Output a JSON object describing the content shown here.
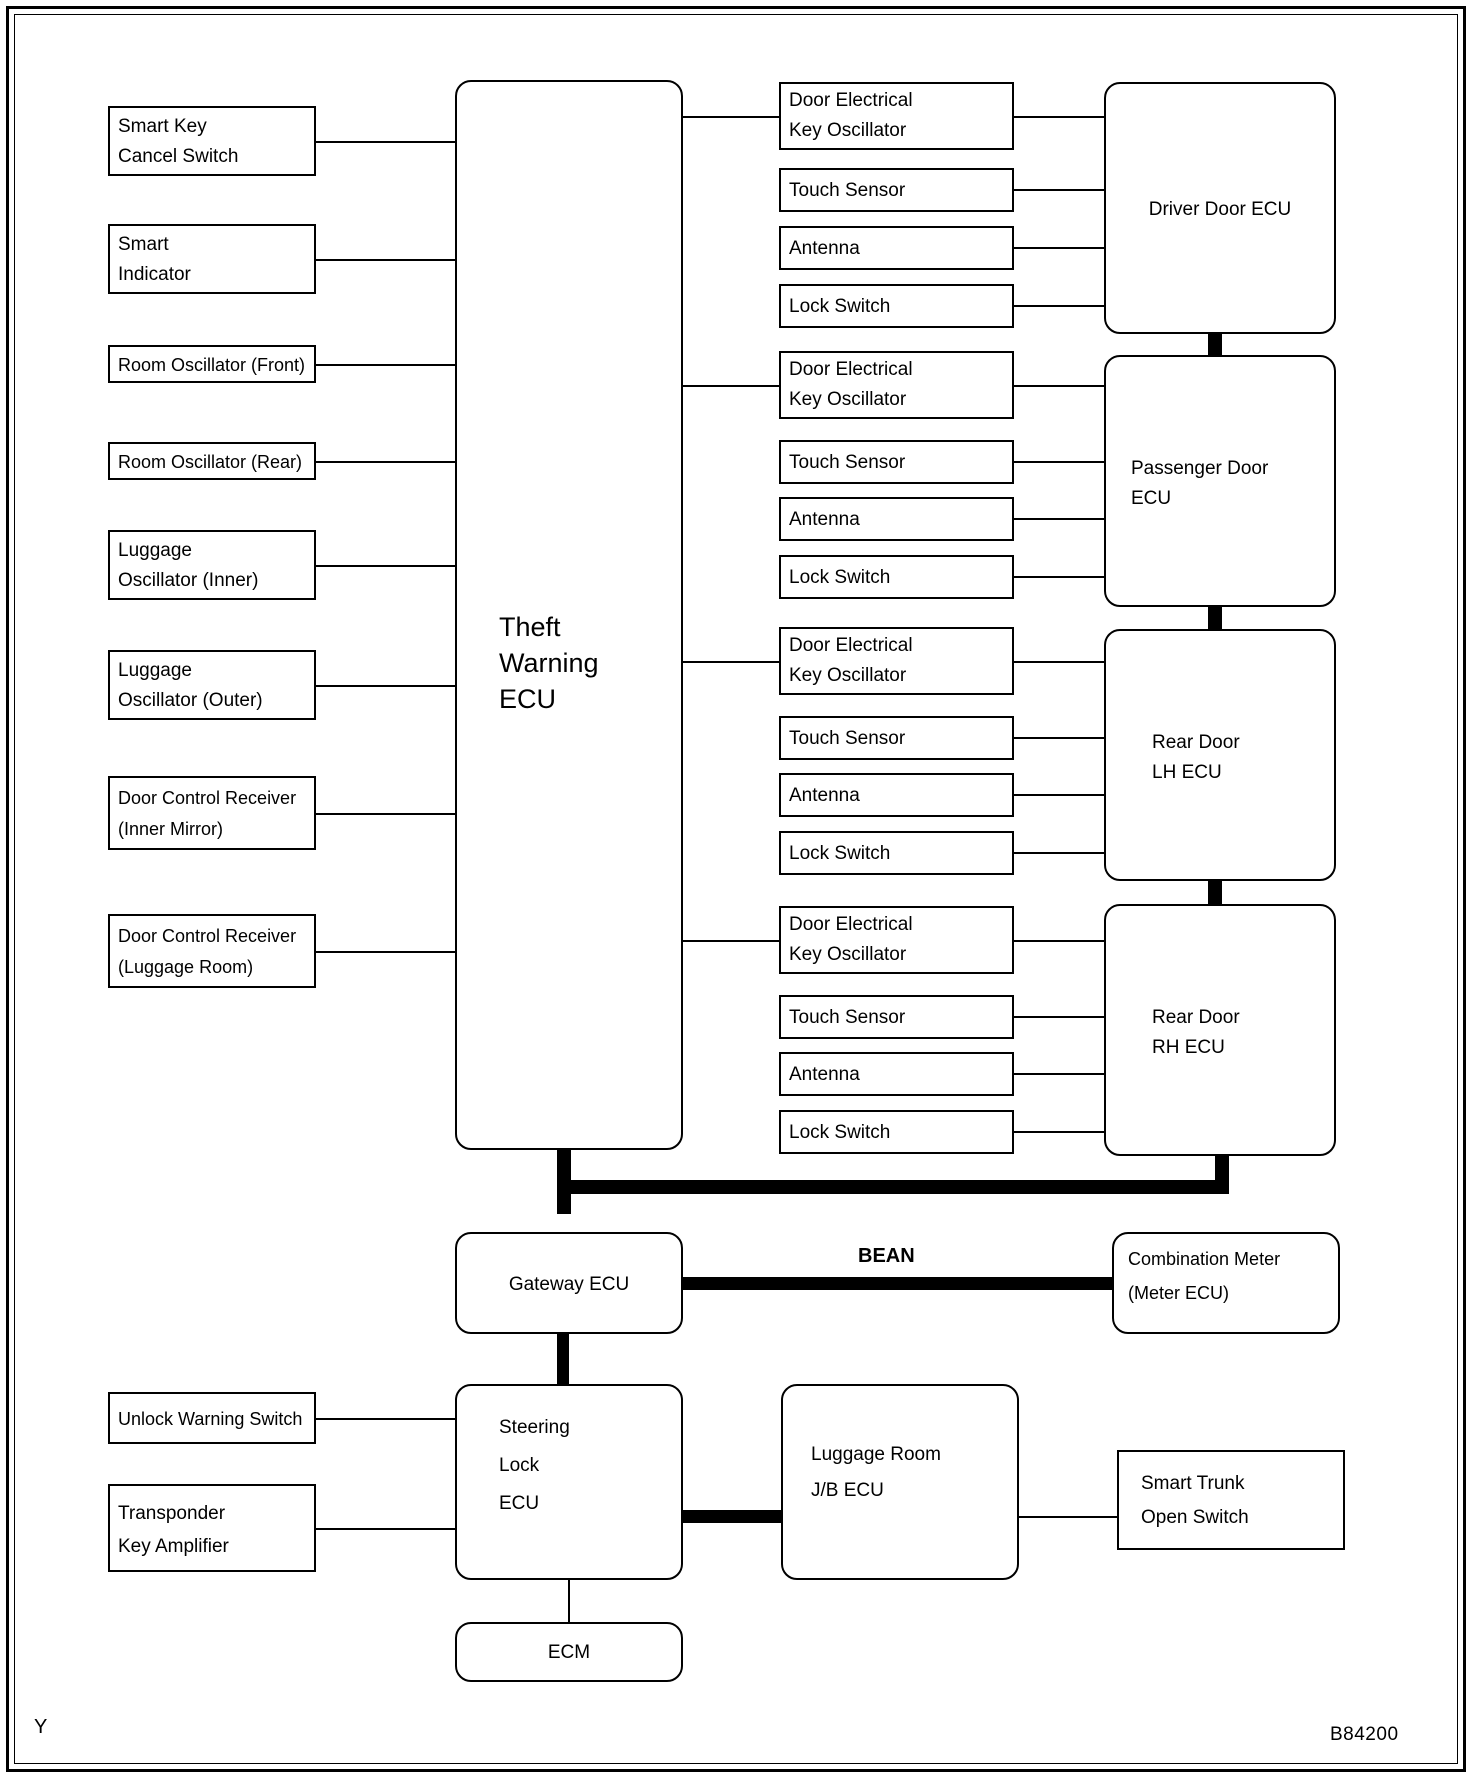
{
  "figure": {
    "code": "B84200",
    "corner_mark": "Y",
    "bus_label": "BEAN"
  },
  "left_inputs": [
    {
      "line1": "Smart Key",
      "line2": "Cancel Switch"
    },
    {
      "line1": "Smart",
      "line2": "Indicator"
    },
    {
      "line1": "Room Oscillator (Front)",
      "line2": ""
    },
    {
      "line1": "Room Oscillator (Rear)",
      "line2": ""
    },
    {
      "line1": "Luggage",
      "line2": "Oscillator (Inner)"
    },
    {
      "line1": "Luggage",
      "line2": "Oscillator (Outer)"
    },
    {
      "line1": "Door Control Receiver",
      "line2": "(Inner Mirror)"
    },
    {
      "line1": "Door Control Receiver",
      "line2": "(Luggage Room)"
    }
  ],
  "theft_warning_ecu": {
    "line1": "Theft",
    "line2": "Warning",
    "line3": "ECU"
  },
  "door_groups": [
    {
      "ecu": {
        "line1": "Driver Door ECU",
        "line2": ""
      },
      "items": [
        {
          "line1": "Door Electrical",
          "line2": "Key Oscillator"
        },
        {
          "line1": "Touch Sensor",
          "line2": ""
        },
        {
          "line1": "Antenna",
          "line2": ""
        },
        {
          "line1": "Lock Switch",
          "line2": ""
        }
      ]
    },
    {
      "ecu": {
        "line1": "Passenger Door",
        "line2": "ECU"
      },
      "items": [
        {
          "line1": "Door Electrical",
          "line2": "Key Oscillator"
        },
        {
          "line1": "Touch Sensor",
          "line2": ""
        },
        {
          "line1": "Antenna",
          "line2": ""
        },
        {
          "line1": "Lock Switch",
          "line2": ""
        }
      ]
    },
    {
      "ecu": {
        "line1": "Rear Door",
        "line2": "LH ECU"
      },
      "items": [
        {
          "line1": "Door Electrical",
          "line2": "Key Oscillator"
        },
        {
          "line1": "Touch Sensor",
          "line2": ""
        },
        {
          "line1": "Antenna",
          "line2": ""
        },
        {
          "line1": "Lock Switch",
          "line2": ""
        }
      ]
    },
    {
      "ecu": {
        "line1": "Rear Door",
        "line2": "RH ECU"
      },
      "items": [
        {
          "line1": "Door Electrical",
          "line2": "Key Oscillator"
        },
        {
          "line1": "Touch Sensor",
          "line2": ""
        },
        {
          "line1": "Antenna",
          "line2": ""
        },
        {
          "line1": "Lock Switch",
          "line2": ""
        }
      ]
    }
  ],
  "gateway_ecu": {
    "line1": "Gateway ECU",
    "line2": ""
  },
  "combination_meter": {
    "line1": "Combination Meter",
    "line2": "(Meter ECU)"
  },
  "steering_lock_ecu": {
    "line1": "Steering",
    "line2": "Lock",
    "line3": "ECU"
  },
  "luggage_room_jb_ecu": {
    "line1": "Luggage Room",
    "line2": "J/B ECU"
  },
  "smart_trunk_open_switch": {
    "line1": "Smart Trunk",
    "line2": "Open Switch"
  },
  "unlock_warning_switch": {
    "line1": "Unlock Warning Switch",
    "line2": ""
  },
  "transponder_key_amplifier": {
    "line1": "Transponder",
    "line2": "Key Amplifier"
  },
  "ecm": {
    "line1": "ECM",
    "line2": ""
  }
}
